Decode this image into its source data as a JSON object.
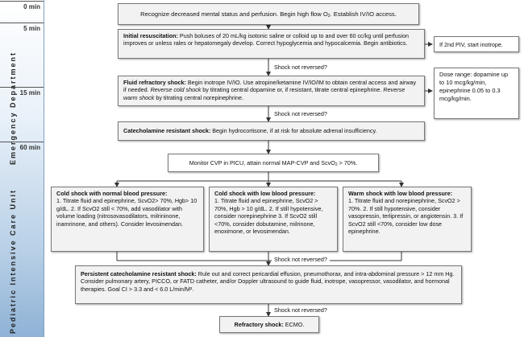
{
  "timeline": {
    "ticks": [
      "0 min",
      "5 min",
      "15 min",
      "60 min"
    ],
    "ed_label": "Emergency Department",
    "picu_label": "Pediatric Intensive Care Unit"
  },
  "box1": {
    "text": "Recognize decreased mental status and perfusion. Begin high flow O",
    "sub": "2",
    "text2": ". Establish IV/IO access."
  },
  "box2": {
    "bold": "Initial resuscitation:",
    "text": " Push boluses of 20 mL/kg isotonic saline or colloid up to and over 60 cc/kg until perfusion improves or unless rales or hepatomegaly develop. Correct hypoglycemia and hypocalcemia. Begin antibiotics."
  },
  "side1": {
    "text": "If 2nd PIV, start inotrope."
  },
  "q1": "Shock not reversed?",
  "box3": {
    "bold": "Fluid refractory shock:",
    "t1": " Begin inotrope IV/IO. Use atropine/ketamine IV/IO/IM to obtain central access and airway if needed. ",
    "i1": "Reverse cold shock",
    "t2": " by titrating central dopamine or, if resistant, titrate central epinephrine. ",
    "i2": "Reverse warm shock",
    "t3": " by titrating central norepinephrine."
  },
  "side2": {
    "text": "Dose range: dopamine up to 10 mcg/kg/min, epinephrine 0.05 to 0.3 mcg/kg/min."
  },
  "q2": "Shock not reversed?",
  "box4": {
    "bold": "Catecholamine resistant shock:",
    "text": " Begin hydrocortisone, if at risk for absolute adrenal insufficiency."
  },
  "box5": {
    "t1": "Monitor CVP in PICU, attain normal MAP-CVP and ScvO",
    "sub": "2",
    "t2": " > 70%."
  },
  "col1": {
    "bold": "Cold shock with normal blood pressure:",
    "text": "1. Titrate fluid  and epinephrine, ScvO2> 70%, Hgb> 10 g/dL. 2. If ScvO2 still < 70%, add vasodilator with volume loading (nitrosovasodilators, milrininone, inamrinone, and others). Consider levosimendan."
  },
  "col2": {
    "bold": "Cold shock with low blood pressure:",
    "text": "1. Titrate fluid and epinephrine, ScvO2 > 70%, Hgb > 10 g/dL. 2. If  still hypotensive, consider norepinephrine 3. If ScvO2 still <70%, consider dobutamine, milrinone, enoximone, or levosimendan."
  },
  "col3": {
    "bold": "Warm shock with low blood pressure:",
    "text": "1. Titrate fluid and norepinephrine, ScvO2 > 70%. 2. If still hypotensive, consider vasopressin, terlipressin, or angiotensin. 3. If ScvO2 still <70%, consider low dose epinephrine."
  },
  "q3": "Shock not reversed?",
  "box6": {
    "bold": "Persistent catecholamine resistant shock:",
    "text": " Rule out and correct pericardial effusion, pneumothorax, and intra-abdominal pressure > 12 mm Hg. Consider pulmonary artery, PICCO, or FATD catheter, and/or Doppler ultrasound to guide fluid, inotrope, vasopressor, vasodilator, and hormonal therapies. Goal CI > 3.3 and < 6.0 L/min/M²."
  },
  "q4": "Shock not reversed?",
  "box7": {
    "bold": "Refractory shock:",
    "text": " ECMO."
  }
}
